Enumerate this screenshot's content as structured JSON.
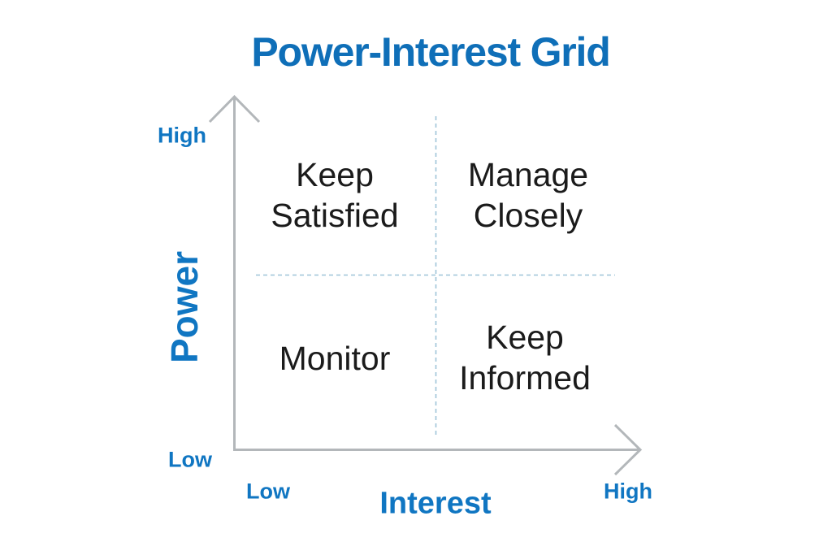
{
  "title": "Power-Interest Grid",
  "colors": {
    "title": "#0f6fb8",
    "axis_label": "#1076c2",
    "axis_line": "#b3b7ba",
    "divider": "#9ec4d8",
    "quadrant_text": "#1b1b1b",
    "background": "#ffffff"
  },
  "axes": {
    "y": {
      "label": "Power",
      "high": "High",
      "low": "Low"
    },
    "x": {
      "label": "Interest",
      "low": "Low",
      "high": "High"
    }
  },
  "quadrants": [
    {
      "position": "top-left",
      "label": "Keep\nSatisfied"
    },
    {
      "position": "top-right",
      "label": "Manage\nClosely"
    },
    {
      "position": "bottom-left",
      "label": "Monitor"
    },
    {
      "position": "bottom-right",
      "label": "Keep\nInformed"
    }
  ]
}
